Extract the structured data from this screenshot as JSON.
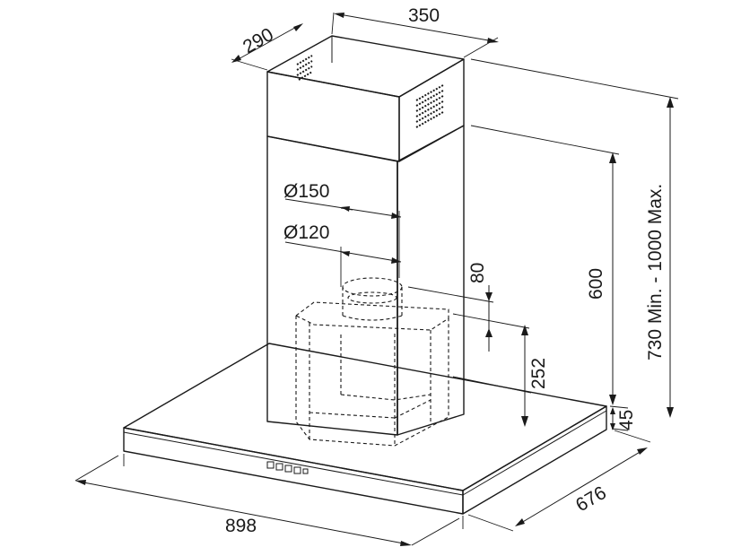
{
  "diagram": {
    "dimensions": {
      "chimney_width": "350",
      "chimney_depth": "290",
      "outlet_large": "Ø150",
      "outlet_small": "Ø120",
      "collar_height": "80",
      "hood_lower_height": "252",
      "height_600": "600",
      "total_height": "730 Min. - 1000 Max.",
      "canopy_thickness": "45",
      "canopy_depth": "676",
      "canopy_width": "898"
    }
  }
}
